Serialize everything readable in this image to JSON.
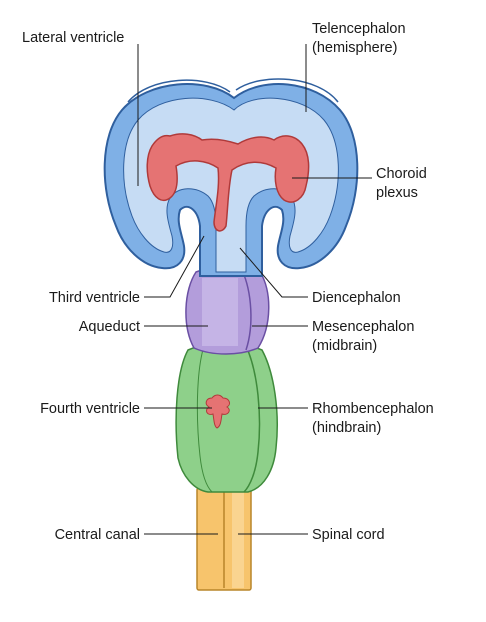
{
  "labels": {
    "lateral_ventricle": "Lateral ventricle",
    "telencephalon_1": "Telencephalon",
    "telencephalon_2": "(hemisphere)",
    "choroid_1": "Choroid",
    "choroid_2": "plexus",
    "third_ventricle": "Third ventricle",
    "diencephalon": "Diencephalon",
    "aqueduct": "Aqueduct",
    "mesencephalon_1": "Mesencephalon",
    "mesencephalon_2": "(midbrain)",
    "fourth_ventricle": "Fourth ventricle",
    "rhombencephalon_1": "Rhombencephalon",
    "rhombencephalon_2": "(hindbrain)",
    "central_canal": "Central canal",
    "spinal_cord": "Spinal cord"
  },
  "colors": {
    "telencephalon": "#7fb0e6",
    "telencephalon_edge": "#2f5f9e",
    "ventricle": "#c6dcf4",
    "choroid": "#e57373",
    "choroid_edge": "#b03a3a",
    "mesencephalon": "#b39ddb",
    "mesencephalon_edge": "#6a4fa3",
    "rhombencephalon": "#8ed08a",
    "rhombencephalon_edge": "#3f8a3c",
    "spinal_cord": "#f7c46c",
    "spinal_cord_edge": "#b9852a"
  }
}
